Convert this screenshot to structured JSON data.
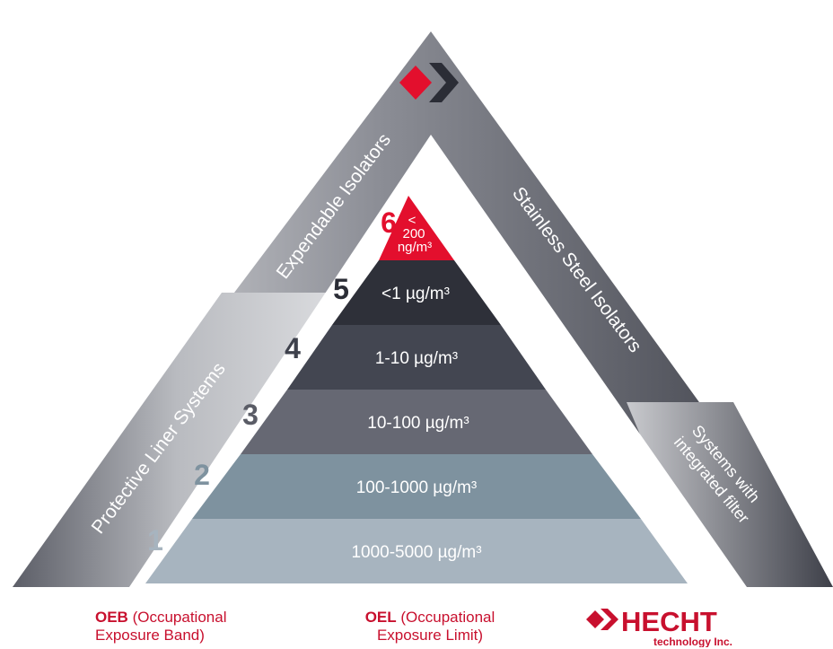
{
  "side_labels": {
    "top_left": "Expendable Isolators",
    "top_right": "Stainless Steel Isolators",
    "bottom_left": "Protective Liner Systems",
    "bottom_right_line1": "Systems with",
    "bottom_right_line2": "integrated filter"
  },
  "levels": [
    {
      "num": "6",
      "range_lines": [
        "<",
        "200",
        "ng/m³"
      ],
      "color": "#e30f2d",
      "num_color": "#e30f2d"
    },
    {
      "num": "5",
      "range_lines": [
        "<1 µg/m³"
      ],
      "color": "#2e3039",
      "num_color": "#2b2d36"
    },
    {
      "num": "4",
      "range_lines": [
        "1-10 µg/m³"
      ],
      "color": "#434651",
      "num_color": "#3e414c"
    },
    {
      "num": "3",
      "range_lines": [
        "10-100 µg/m³"
      ],
      "color": "#666873",
      "num_color": "#5a5c66"
    },
    {
      "num": "2",
      "range_lines": [
        "100-1000 µg/m³"
      ],
      "color": "#7e929f",
      "num_color": "#7e929f"
    },
    {
      "num": "1",
      "range_lines": [
        "1000-5000 µg/m³"
      ],
      "color": "#a7b4bf",
      "num_color": "#a7b4bf"
    }
  ],
  "footer": {
    "oeb_abbr": "OEB",
    "oeb_line1": "(Occupational",
    "oeb_line2": "Exposure Band)",
    "oel_abbr": "OEL",
    "oel_line1": "(Occupational",
    "oel_line2": "Exposure Limit)"
  },
  "brand": {
    "name": "HECHT",
    "tagline": "technology Inc."
  },
  "colors": {
    "brand_red": "#c8102e",
    "frame_light": "#d8d9db",
    "frame_dark": "#3a3c45"
  },
  "icons": [
    "logo-diamond-chevron-icon",
    "brand-diamond-chevron-icon"
  ]
}
